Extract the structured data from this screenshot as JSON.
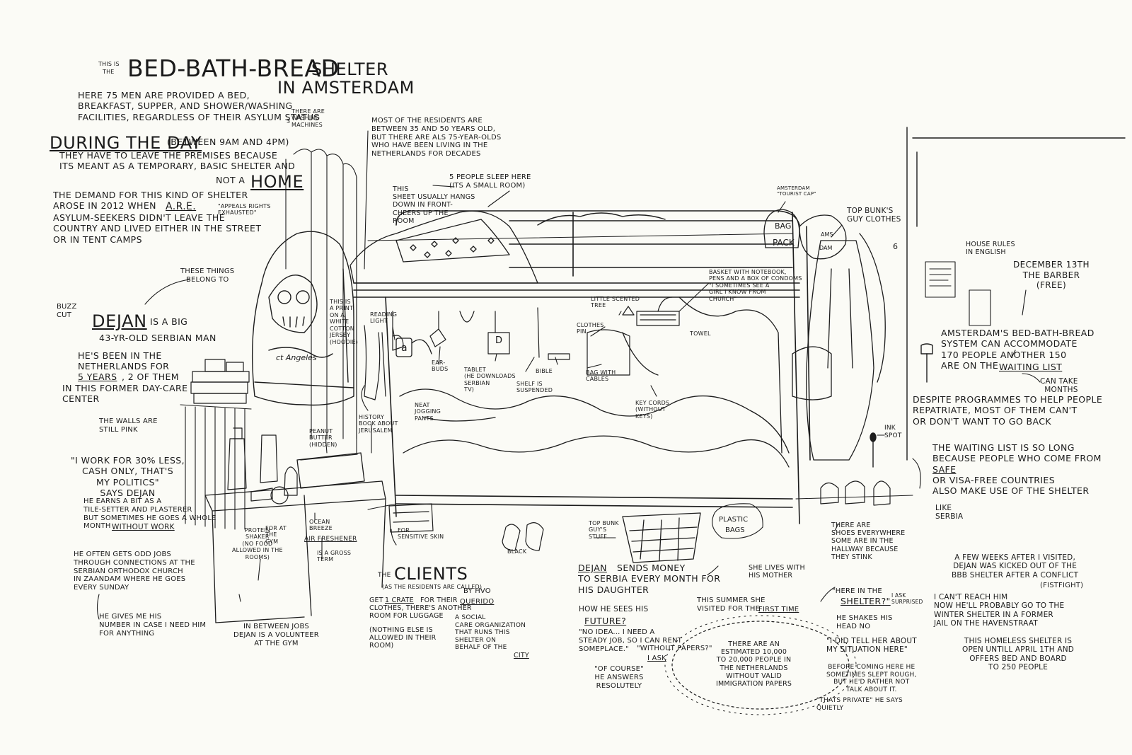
{
  "title": {
    "this_is": "THIS IS",
    "the": "THE",
    "main": "BED-BATH-BREAD",
    "shelter": "SHELTER",
    "city": "IN AMSTERDAM"
  },
  "intro": {
    "text": "HERE 75 MEN ARE PROVIDED A BED,\nBREAKFAST, SUPPER, AND SHOWER/WASHING\nFACILITIES, REGARDLESS OF THEIR ASYLUM STATUS",
    "machines_num": "3",
    "machines": "THERE ARE\nWASHING\nMACHINES"
  },
  "day": {
    "heading": "DURING THE DAY",
    "hours": "(BETWEEN 9AM AND 4PM)",
    "text": "THEY HAVE TO LEAVE THE PREMISES BECAUSE\nITS MEANT AS A TEMPORARY, BASIC SHELTER AND",
    "not_a": "NOT A",
    "home": "HOME"
  },
  "demand": {
    "text": "THE DEMAND FOR THIS KIND OF SHELTER\nAROSE IN 2012 WHEN",
    "are": "A.R.E.",
    "text2": "ASYLUM-SEEKERS DIDN'T LEAVE THE\nCOUNTRY AND LIVED EITHER IN THE STREET\nOR IN TENT CAMPS",
    "appeals": "\"APPEALS RIGHTS\nEXHAUSTED\""
  },
  "residents": "MOST OF THE RESIDENTS ARE\nBETWEEN 35 AND 50 YEARS OLD,\nBUT THERE ARE ALS 75-YEAR-OLDS\nWHO HAVE BEEN LIVING IN THE\nNETHERLANDS FOR DECADES",
  "five_people": "5 PEOPLE SLEEP HERE\n(ITS A SMALL ROOM)",
  "sheet": "THIS\nSHEET USUALLY HANGS\nDOWN IN FRONT-\nCHEERS UP THE\nROOM",
  "things_belong": "THESE THINGS\nBELONG TO",
  "buzz_cut": "BUZZ\nCUT",
  "dejan": {
    "name": "DEJAN",
    "is_a_big": "IS A BIG",
    "age": "43-YR-OLD SERBIAN MAN",
    "text": "HE'S BEEN IN THE\nNETHERLANDS FOR",
    "years": "5 YEARS",
    "years_rest": ", 2 OF THEM",
    "text2": "IN THIS FORMER DAY-CARE\nCENTER"
  },
  "walls": "THE WALLS ARE\nSTILL PINK",
  "print": "THIS IS\nA PRINT\nON A\nWHITE\nCOTTON\nJERSEY\n(HOODIE)",
  "reading_light": "READING\nLIGHT",
  "earbuds": "EAR-\nBUDS",
  "tablet": "TABLET\n(HE DOWNLOADS\nSERBIAN\nTV)",
  "shelf": "SHELF IS\nSUSPENDED",
  "bible": "BIBLE",
  "bag_cables": "BAG WITH\nCABLES",
  "clothes_pin": "CLOTHES\nPIN",
  "scented_tree": "LITTLE SCENTED\nTREE",
  "basket": "BASKET WITH NOTEBOOK,\nPENS AND A BOX OF CONDOMS\n\"I SOMETIMES SEE A\nGIRL I KNOW FROM\nCHURCH\"",
  "towel": "TOWEL",
  "key_cords": "KEY CORDS\n(WITHOUT\nKEYS)",
  "jogging": "NEAT\nJOGGING\nPANTS",
  "history_book": "HISTORY\nBOOK ABOUT\nJERUSALEM",
  "peanut": "PEANUT\nBUTTER\n(HIDDEN)",
  "tourist_cap": "AMSTERDAM\n\"TOURIST CAP\"",
  "top_bunk_clothes": "TOP BUNK'S\nGUY CLOTHES",
  "drawn": {
    "bag": "BAG",
    "pack": "PACK",
    "cap_ams": "AMS",
    "cap_dam": "DAM",
    "plastic": "PLASTIC",
    "bags": "BAGS",
    "hoodie": "ct Angeles",
    "letter_a": "a",
    "letter_d": "D",
    "rule_6": "6"
  },
  "house_rules": "HOUSE RULES\nIN ENGLISH",
  "barber": "DECEMBER 13TH\nTHE BARBER\n(FREE)",
  "capacity": {
    "text": "AMSTERDAM'S BED-BATH-BREAD\nSYSTEM CAN ACCOMMODATE\n170 PEOPLE ANOTHER 150\nARE ON THE",
    "waiting": "WAITING LIST",
    "months": "CAN TAKE\nMONTHS"
  },
  "repatriate": "DESPITE PROGRAMMES TO HELP PEOPLE\nREPATRIATE, MOST OF THEM CAN'T\nOR DON'T WANT TO GO BACK",
  "ink_spot": "INK\nSPOT",
  "waiting_long": {
    "text": "THE WAITING LIST IS SO LONG\nBECAUSE PEOPLE WHO COME FROM",
    "safe": "SAFE",
    "text2": "OR VISA-FREE COUNTRIES\nALSO MAKE USE OF THE SHELTER"
  },
  "like_serbia": "LIKE\nSERBIA",
  "work": {
    "quote": "\"I WORK FOR 30% LESS,\nCASH ONLY, THAT'S\nMY POLITICS\"\nSAYS DEJAN",
    "earns": "HE EARNS A BIT AS A\nTILE-SETTER AND PLASTERER\nBUT SOMETIMES HE GOES A WHOLE\nMONTH",
    "without": "WITHOUT WORK"
  },
  "odd_jobs": "HE OFTEN GETS ODD JOBS\nTHROUGH CONNECTIONS AT THE\nSERBIAN ORTHODOX CHURCH\nIN ZAANDAM WHERE HE GOES\nEVERY SUNDAY",
  "number": "HE GIVES ME HIS\nNUMBER IN CASE I NEED HIM\nFOR ANYTHING",
  "protein": "PROTEIN\nSHAKER\n(NO FOOD\nALLOWED IN THE\nROOMS)",
  "for_gym": "FOR AT\nTHE\nGYM",
  "ocean": "OCEAN\nBREEZE",
  "air_freshener": "AIR FRESHENER",
  "gross": "IS A GROSS\nTERM",
  "sensitive": "FOR\nSENSITIVE SKIN",
  "top_bunk_stuff": "TOP BUNK\nGUY'S\nSTUFF",
  "black": "BLACK",
  "shoes": "THERE ARE\nSHOES EVERYWHERE\nSOME ARE IN THE\nHALLWAY BECAUSE\nTHEY STINK",
  "volunteer": "IN BETWEEN JOBS\nDEJAN IS A VOLUNTEER\nAT THE GYM",
  "clients": {
    "the": "THE",
    "heading": "CLIENTS",
    "sub": "(AS THE RESIDENTS ARE CALLED)",
    "get": "GET",
    "crate": "1 CRATE",
    "text": "FOR THEIR\nCLOTHES, THERE'S ANOTHER\nROOM FOR LUGGAGE",
    "nothing": "(NOTHING ELSE IS\nALLOWED IN THEIR\nROOM)"
  },
  "hvo": {
    "by": "BY HVO",
    "name": "QUERIDO",
    "text": "A SOCIAL\nCARE ORGANIZATION\nTHAT RUNS THIS\nSHELTER ON\nBEHALF OF THE",
    "city": "CITY"
  },
  "sends": {
    "dejan": "DEJAN",
    "text": "SENDS MONEY\nTO SERBIA EVERY MONTH FOR\nHIS DAUGHTER"
  },
  "mother": "SHE LIVES WITH\nHIS MOTHER",
  "summer": {
    "text": "THIS SUMMER SHE\nVISITED FOR THE",
    "first": "FIRST TIME"
  },
  "future": {
    "q": "HOW HE SEES HIS",
    "word": "FUTURE?",
    "answer": "\"NO IDEA... I NEED A\nSTEADY JOB, SO I CAN RENT\nSOMEPLACE.\"",
    "papers": "\"WITHOUT PAPERS?\"",
    "i_ask": "I ASK",
    "course": "\"OF COURSE\"\nHE ANSWERS\nRESOLUTELY"
  },
  "estimate": "THERE ARE AN\nESTIMATED 10,000\nTO 20,000 PEOPLE IN\nTHE NETHERLANDS\nWITHOUT VALID\nIMMIGRATION PAPERS",
  "shelter_q": {
    "here": "\"HERE IN THE",
    "word": "SHELTER?\"",
    "surprised": "I ASK\nSURPRISED",
    "shakes": "HE SHAKES HIS\nHEAD NO",
    "told": "\"I DID TELL HER ABOUT\nMY SITUATION HERE\"",
    "before": "BEFORE COMING HERE HE\nSOMETIMES SLEPT ROUGH,\nBUT HE'D RATHER NOT\nTALK ABOUT IT.",
    "private": "\"THATS PRIVATE\" HE SAYS\nQUIETLY"
  },
  "kicked": "A FEW WEEKS AFTER I VISITED,\nDEJAN WAS KICKED OUT OF THE\nBBB SHELTER AFTER A CONFLICT",
  "fistfight": "(FISTFIGHT)",
  "cant_reach": "I CAN'T REACH HIM\nNOW HE'LL PROBABLY GO TO THE\nWINTER SHELTER IN A FORMER\nJAIL ON THE HAVENSTRAAT",
  "homeless": "THIS HOMELESS SHELTER IS\nOPEN UNTILL APRIL 1TH AND\nOFFERS BED AND BOARD\nTO 250 PEOPLE"
}
